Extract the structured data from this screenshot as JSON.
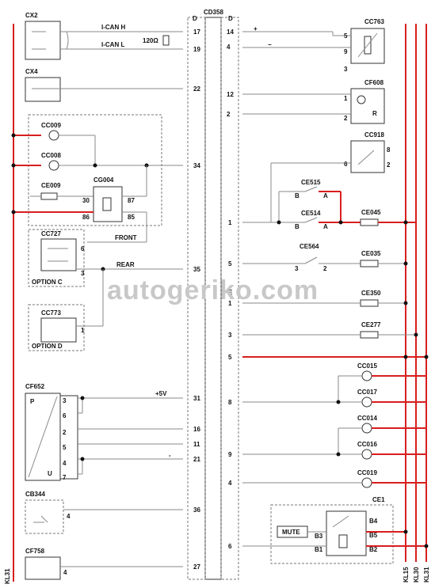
{
  "watermark": "autogeriko.com",
  "center_connector": {
    "name": "CD358",
    "left_section": "D",
    "right_section": "D",
    "right_section_lower": "E"
  },
  "rails": {
    "left": "KL31",
    "kl15": "KL15",
    "kl30": "KL30",
    "kl31": "KL31"
  },
  "left_components": {
    "cx2": {
      "name": "CX2",
      "wire_h": "I-CAN H",
      "wire_l": "I-CAN L",
      "resistor": "120Ω",
      "pin_h": "17",
      "pin_l": "19"
    },
    "cx4": {
      "name": "CX4",
      "pin": "22"
    },
    "cc009": {
      "name": "CC009"
    },
    "cc008": {
      "name": "CC008"
    },
    "ce009": {
      "name": "CE009"
    },
    "cg004": {
      "name": "CG004",
      "p30": "30",
      "p87": "87",
      "p86": "86",
      "p85": "85",
      "pin_out": "34"
    },
    "cc727": {
      "name": "CC727",
      "p6": "6",
      "p3": "3",
      "front": "FRONT",
      "rear": "REAR",
      "option": "OPTION C",
      "pin_out": "35"
    },
    "cc773": {
      "name": "CC773",
      "p1": "1",
      "option": "OPTION D"
    },
    "cf652": {
      "name": "CF652",
      "p_label": "P",
      "u_label": "U",
      "p3": "3",
      "p6": "6",
      "p2": "2",
      "p5": "5",
      "p4": "4",
      "p7": "7",
      "plus5v": "+5V",
      "minus": "-",
      "c31": "31",
      "c16": "16",
      "c11": "11",
      "c21": "21"
    },
    "cb344": {
      "name": "CB344",
      "p4": "4",
      "c36": "36"
    },
    "cf758": {
      "name": "CF758",
      "p4": "4",
      "c27": "27"
    }
  },
  "right_components": {
    "cc763": {
      "name": "CC763",
      "c14": "14",
      "c4": "4",
      "plus": "+",
      "minus": "−",
      "p5": "5",
      "p9": "9",
      "p3": "3"
    },
    "cf608": {
      "name": "CF608",
      "c12": "12",
      "c2": "2",
      "p1": "1",
      "p2": "2",
      "r": "R"
    },
    "cc918": {
      "name": "CC918",
      "p6": "6",
      "p8": "8",
      "p2": "2"
    },
    "ce515": {
      "name": "CE515",
      "b": "B",
      "a": "A"
    },
    "ce514": {
      "name": "CE514",
      "b": "B",
      "a": "A"
    },
    "ce045": {
      "name": "CE045",
      "c1": "1"
    },
    "ce564": {
      "name": "CE564",
      "c5": "5",
      "p3": "3",
      "p2": "2"
    },
    "ce035": {
      "name": "CE035"
    },
    "ce350": {
      "name": "CE350",
      "e1": "1"
    },
    "ce277": {
      "name": "CE277",
      "e3": "3",
      "e5": "5"
    },
    "cc015": {
      "name": "CC015"
    },
    "cc017": {
      "name": "CC017",
      "e8": "8"
    },
    "cc014": {
      "name": "CC014"
    },
    "cc016": {
      "name": "CC016",
      "e9": "9"
    },
    "cc019": {
      "name": "CC019",
      "e4": "4"
    },
    "ce1": {
      "name": "CE1",
      "mute": "MUTE",
      "b3": "B3",
      "b1": "B1",
      "b4": "B4",
      "b5": "B5",
      "b2": "B2",
      "e6": "6"
    }
  }
}
